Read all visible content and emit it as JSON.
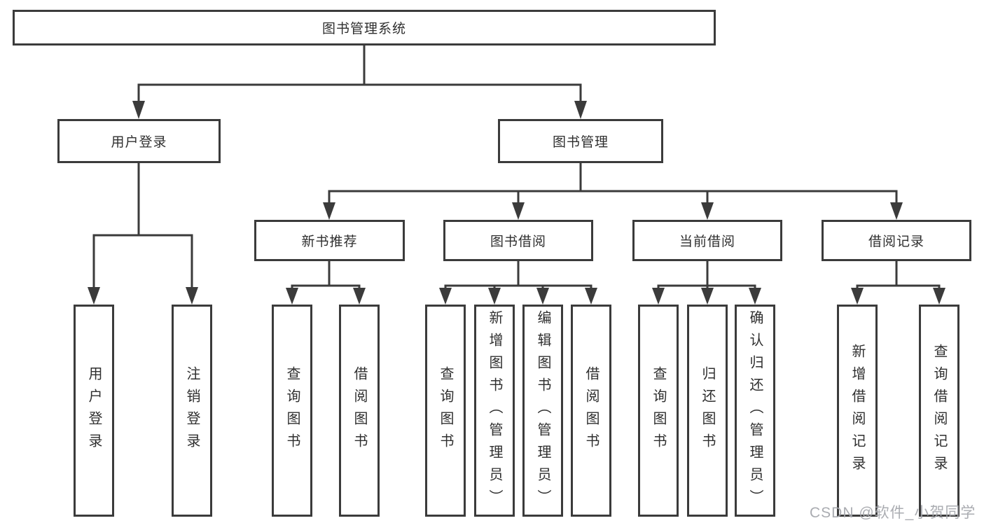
{
  "diagram": {
    "root": {
      "label": "图书管理系统"
    },
    "level2": {
      "user_login": {
        "label": "用户登录"
      },
      "book_management": {
        "label": "图书管理"
      }
    },
    "level3": {
      "new_book": {
        "label": "新书推荐"
      },
      "book_borrow": {
        "label": "图书借阅"
      },
      "current_borrow": {
        "label": "当前借阅"
      },
      "borrow_records": {
        "label": "借阅记录"
      }
    },
    "leaves": {
      "user_login": [
        "用户登录",
        "注销登录"
      ],
      "new_book": [
        "查询图书",
        "借阅图书"
      ],
      "book_borrow": [
        "查询图书",
        "新增图书（管理员）",
        "编辑图书（管理员）",
        "借阅图书"
      ],
      "current_borrow": [
        "查询图书",
        "归还图书",
        "确认归还（管理员）"
      ],
      "borrow_records": [
        "新增借阅记录",
        "查询借阅记录"
      ]
    }
  },
  "watermark": {
    "text": "CSDN @软件_小贺同学"
  },
  "colors": {
    "line": "#3b3b3b",
    "text": "#2f2f2f",
    "box_background": "#ffffff",
    "watermark": "#a5a8ad"
  }
}
